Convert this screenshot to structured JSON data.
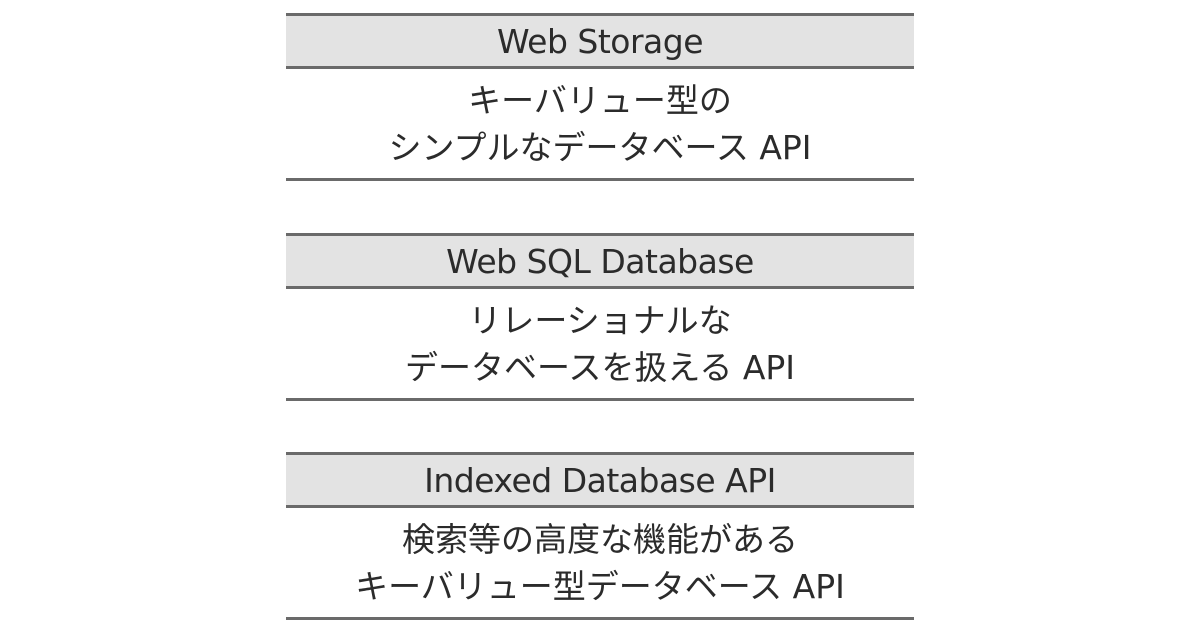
{
  "cards": [
    {
      "title": "Web Storage",
      "line1": "キーバリュー型の",
      "line2": "シンプルなデータベース API"
    },
    {
      "title": "Web SQL Database",
      "line1": "リレーショナルな",
      "line2": "データベースを扱える API"
    },
    {
      "title": "Indexed Database API",
      "line1": "検索等の高度な機能がある",
      "line2": "キーバリュー型データベース API"
    }
  ],
  "colors": {
    "header_background": "#e3e3e3",
    "rule": "#6a6a6a",
    "text": "#2b2b2b"
  }
}
